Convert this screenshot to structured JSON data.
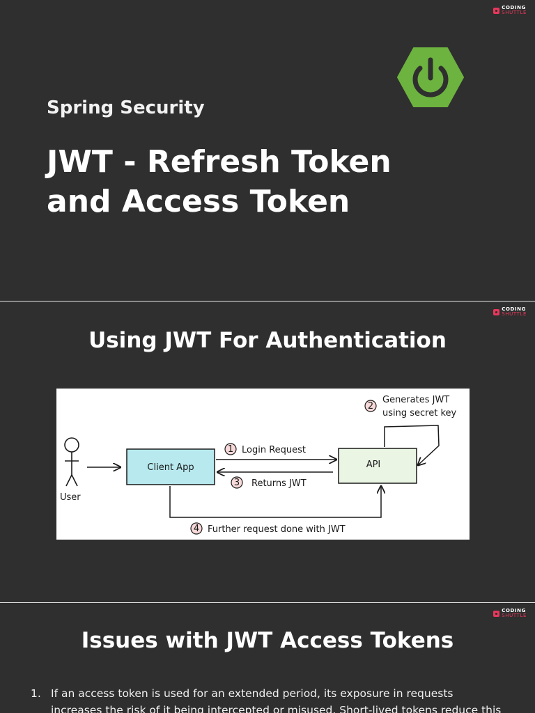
{
  "brand": {
    "line1": "CODING",
    "line2": "SHUTTLE",
    "accent": "#e8375b"
  },
  "slide1": {
    "kicker": "Spring Security",
    "title_line1": "JWT - Refresh Token",
    "title_line2": "and Access Token",
    "logo": "spring-power-icon",
    "logo_color": "#6db33f"
  },
  "slide2": {
    "title": "Using JWT For Authentication",
    "diagram": {
      "user_label": "User",
      "client_label": "Client App",
      "api_label": "API",
      "step1_num": "1",
      "step1_label": "Login Request",
      "step2_num": "2",
      "step2_line1": "Generates JWT",
      "step2_line2": "using secret key",
      "step3_num": "3",
      "step3_label": "Returns JWT",
      "step4_num": "4",
      "step4_label": "Further request done with JWT",
      "client_color": "#b7e9ee",
      "api_color": "#eaf5e4",
      "badge_color": "#f7d9d9"
    }
  },
  "slide3": {
    "title": "Issues with JWT Access Tokens",
    "items": [
      {
        "num": "1.",
        "text": "If an access token is used for an extended period, its exposure in requests increases the risk of it being intercepted or misused. Short-lived tokens reduce this risk by limiting how long a"
      }
    ]
  }
}
